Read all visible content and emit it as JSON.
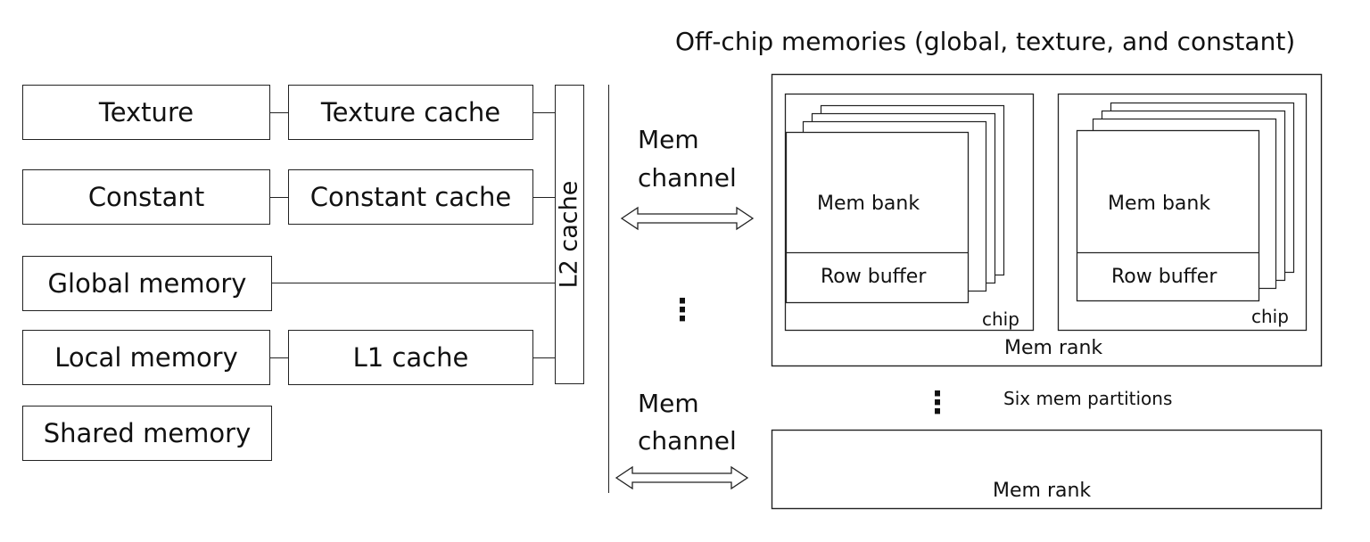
{
  "title": "Off-chip memories (global, texture, and constant)",
  "left_boxes": {
    "texture": "Texture",
    "texture_cache": "Texture cache",
    "constant": "Constant",
    "constant_cache": "Constant cache",
    "global_memory": "Global memory",
    "local_memory": "Local memory",
    "l1_cache": "L1 cache",
    "shared_memory": "Shared memory",
    "l2_cache": "L2 cache"
  },
  "channels": [
    {
      "line1": "Mem",
      "line2": "channel"
    },
    {
      "line1": "Mem",
      "line2": "channel"
    }
  ],
  "chips": [
    {
      "bank": "Mem bank",
      "row": "Row buffer",
      "label": "chip"
    },
    {
      "bank": "Mem bank",
      "row": "Row buffer",
      "label": "chip"
    }
  ],
  "ranks": [
    "Mem rank",
    "Mem rank"
  ],
  "partitions_label": "Six mem partitions",
  "ellipsis": "⋮"
}
